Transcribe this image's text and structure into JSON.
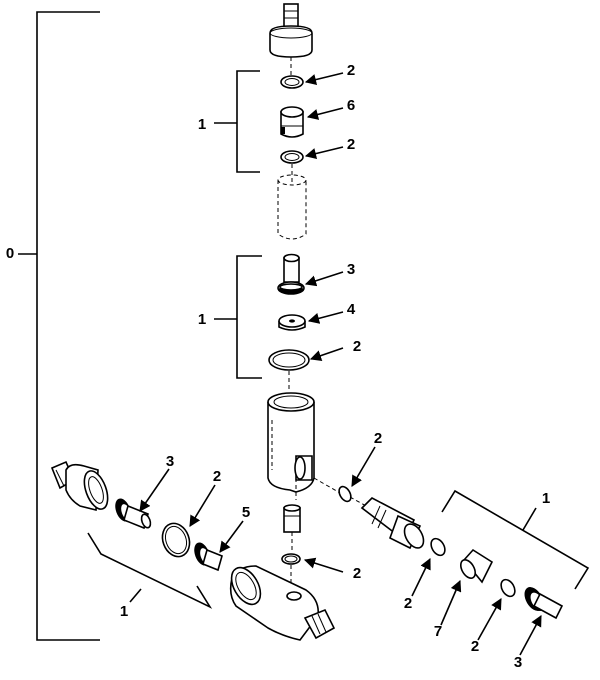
{
  "figure": {
    "callouts": {
      "assembly": "0",
      "kit_upper": "1",
      "kit_middle": "1",
      "kit_lower_left": "1",
      "kit_right": "1",
      "oring_top_a": "2",
      "oring_top_b": "2",
      "oring_mid": "2",
      "oring_body": "2",
      "oring_left": "2",
      "oring_bottom": "2",
      "oring_right_a": "2",
      "oring_right_b": "2",
      "seat_mid": "3",
      "seat_left": "3",
      "seat_right": "3",
      "washer": "4",
      "fitting_left": "5",
      "cartridge_top": "6",
      "cartridge_right": "7"
    }
  }
}
